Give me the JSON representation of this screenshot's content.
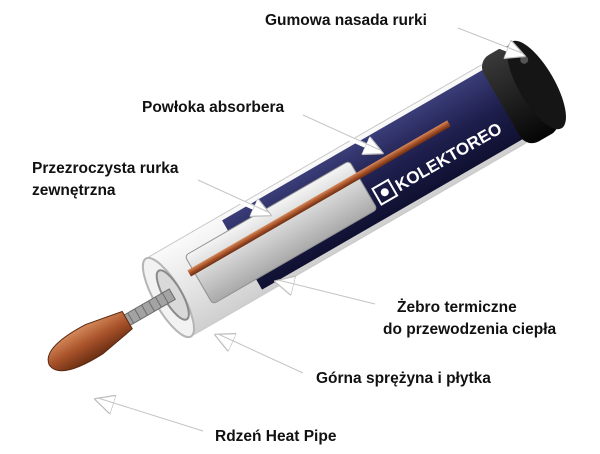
{
  "labels": {
    "rubber_cap": "Gumowa nasada rurki",
    "absorber_coating": "Powłoka absorbera",
    "outer_tube_line1": "Przezroczysta rurka",
    "outer_tube_line2": "zewnętrzna",
    "fin_line1": "Żebro termiczne",
    "fin_line2": "do przewodzenia ciepła",
    "spring_plate": "Górna sprężyna i płytka",
    "heat_pipe_core": "Rdzeń Heat Pipe"
  },
  "brand_logo_text": "KOLEKTOREO",
  "colors": {
    "absorber": "#1e1f4d",
    "copper": "#a8522a",
    "glass": "#eeeeee",
    "cap": "#111111",
    "arrow": "#ffffff"
  }
}
